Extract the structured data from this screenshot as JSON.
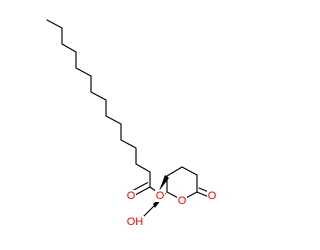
{
  "molecule": {
    "atom_labels": {
      "ester_oxygen": "O",
      "carbonyl_oxygen": "O",
      "ring_oxygen": "O",
      "lactone_carbonyl_oxygen": "O",
      "hydroxyl": "OH"
    },
    "colors": {
      "bond": "#000000",
      "heteroatom": "#ff0000",
      "background": "#ffffff"
    }
  }
}
